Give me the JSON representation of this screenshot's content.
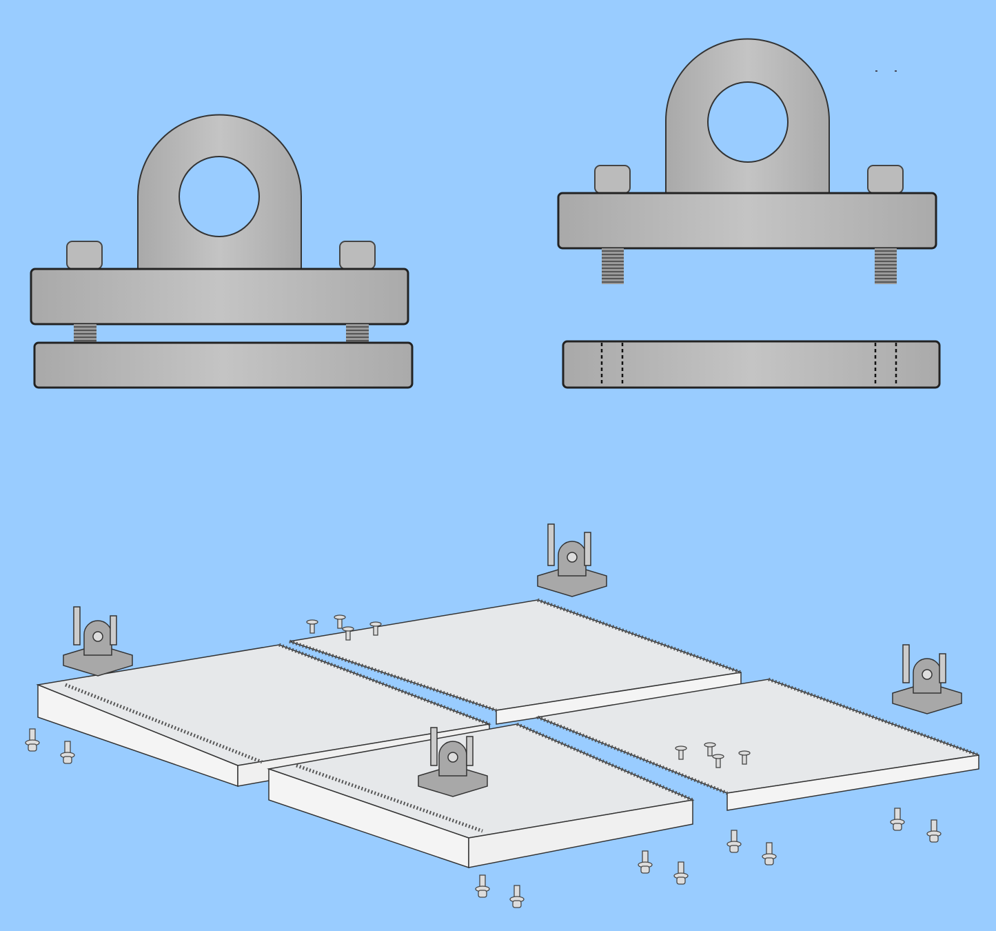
{
  "colors": {
    "background": "#99ccff",
    "metal": "#b4b4b4",
    "metal_dark": "#8c8c8c",
    "panel_top": "#e6e8ea",
    "panel_side": "#f4f4f4",
    "outline": "#222222"
  },
  "views": [
    {
      "name": "bracket-assembled"
    },
    {
      "name": "bracket-exploded"
    },
    {
      "name": "panel-assembly-isometric"
    }
  ]
}
